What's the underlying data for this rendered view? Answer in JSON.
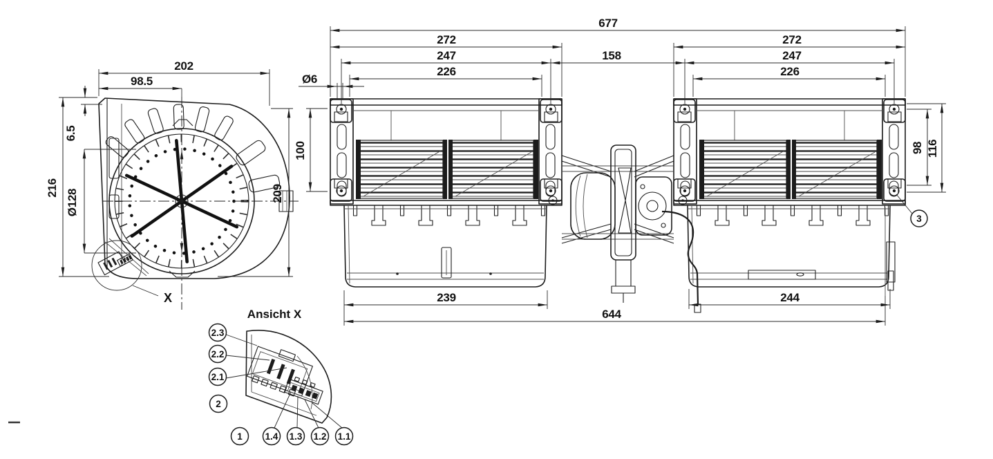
{
  "drawing": {
    "colors": {
      "line": "#1c1c1c",
      "background": "#ffffff"
    },
    "side_view": {
      "dim_width_top": "202",
      "dim_width_center": "98.5",
      "dim_flange_offset": "6.5",
      "dim_height_left": "216",
      "dim_wheel_diameter": "Ø128",
      "dim_height_right": "209",
      "detail_marker": "X"
    },
    "front_view": {
      "dim_overall_width": "677",
      "dim_left_width": "272",
      "dim_right_width": "272",
      "dim_left_mount_width": "247",
      "dim_right_mount_width": "247",
      "dim_left_opening_width": "226",
      "dim_right_opening_width": "226",
      "dim_center_gap": "158",
      "dim_hole_diameter": "Ø6",
      "dim_left_mount_height": "100",
      "dim_right_mount_height": "98",
      "dim_right_overall_height": "116",
      "dim_left_bottom_width": "239",
      "dim_right_bottom_width": "244",
      "dim_overall_bottom_width": "644",
      "callout_3": "3"
    },
    "detail_view": {
      "title": "Ansicht X",
      "callout_2_3": "2.3",
      "callout_2_2": "2.2",
      "callout_2_1": "2.1",
      "callout_2": "2",
      "callout_1": "1",
      "callout_1_4": "1.4",
      "callout_1_3": "1.3",
      "callout_1_2": "1.2",
      "callout_1_1": "1.1"
    }
  }
}
